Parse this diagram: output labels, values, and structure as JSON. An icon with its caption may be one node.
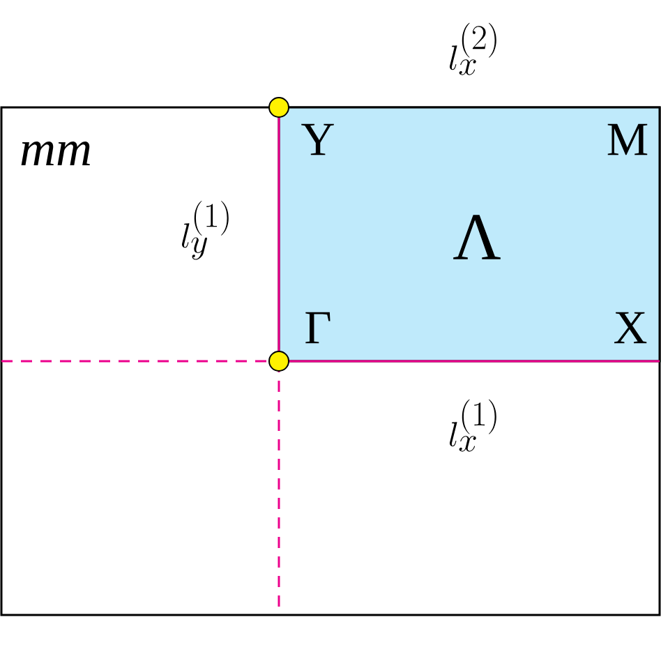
{
  "diagram": {
    "nodes": [
      {
        "text": [
          "mm"
        ]
      },
      {
        "text": [
          "Λ",
          "Y",
          "M",
          "Γ",
          "X"
        ],
        "in": 0
      }
    ],
    "edges": [],
    "labels": [
      "l_x^{(2)}",
      "l_y^{(1)}",
      "l_x^{(1)}"
    ]
  }
}
